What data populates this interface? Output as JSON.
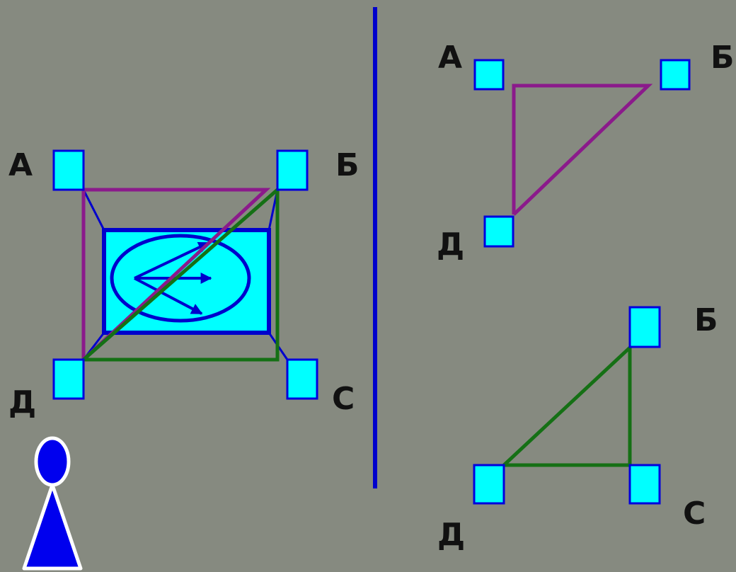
{
  "colors": {
    "background": "#868a80",
    "marker_fill": "#00ffff",
    "marker_stroke": "#0000dd",
    "purple_line": "#8b1a8b",
    "green_line": "#157015",
    "blue_line": "#0000cc",
    "label": "#111111"
  },
  "left_scene": {
    "labels": {
      "a": "А",
      "b": "Б",
      "d": "Д",
      "c": "С"
    },
    "center_icon": "monitor-with-arrows-icon"
  },
  "top_right_scene": {
    "labels": {
      "a": "А",
      "b": "Б",
      "d": "Д"
    }
  },
  "bottom_right_scene": {
    "labels": {
      "b": "Б",
      "d": "Д",
      "c": "С"
    }
  },
  "viewer_icon": "person-icon"
}
